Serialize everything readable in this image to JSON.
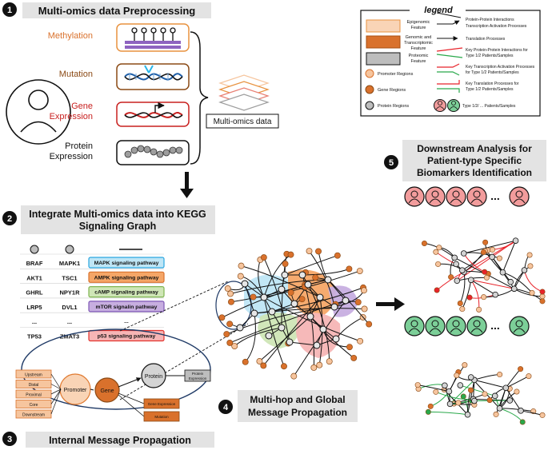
{
  "steps": {
    "s1": {
      "num": "1",
      "title": "Multi-omics data Preprocessing"
    },
    "s2": {
      "num": "2",
      "title_line1": "Integrate Multi-omics data into KEGG",
      "title_line2": "Signaling Graph"
    },
    "s3": {
      "num": "3",
      "title": "Internal Message Propagation"
    },
    "s4": {
      "num": "4",
      "title_line1": "Multi-hop and Global",
      "title_line2": "Message Propagation"
    },
    "s5": {
      "num": "5",
      "title_line1": "Downstream Analysis for",
      "title_line2": "Patient-type Specific",
      "title_line3": "Biomarkers Identification"
    }
  },
  "omics": {
    "methylation": "Methylation",
    "mutation": "Mutation",
    "gene_expression_line1": "Gene",
    "gene_expression_line2": "Expression",
    "protein_line1": "Protein",
    "protein_line2": "Expression",
    "multiomics_label": "Multi-omics data"
  },
  "legend": {
    "title": "legend",
    "epigenomic_line1": "Epigenomic",
    "epigenomic_line2": "Feature",
    "genomic_line1": "Genomic and",
    "genomic_line2": "Transcriptomic",
    "genomic_line3": "Feature",
    "proteomic_line1": "Proteomic",
    "proteomic_line2": "Feature",
    "promoter": "Promoter Regions",
    "gene": "Gene Regions",
    "protein": "Protein Regions",
    "ppi": "Protein-Protein Interactions",
    "tap": "Transcription Activation Processes",
    "translation": "Translation Processes",
    "key_ppi_line1": "Key Protein-Protein Interactions for",
    "key_ppi_line2": "Type 1/2 Patients/Samples",
    "key_tap_line1": "Key Transcription Activation Processes",
    "key_tap_line2": "for Type 1/2 Patients/Samples",
    "key_trans_line1": "Key Translation Processes for",
    "key_trans_line2": "Type 1/2 Patients/Samples",
    "type": "Type 1/2/ ... Patients/Samples",
    "colors": {
      "red": "#e8232a",
      "green": "#29a84a",
      "orange": "#e07b32",
      "peach": "#f6c59e",
      "gray": "#bdbdbd"
    }
  },
  "kegg_table": {
    "rows": [
      {
        "a": "BRAF",
        "b": "MAPK1",
        "pathway": "MAPK signaling pathway",
        "color": "#bfe6f6",
        "border": "#2aa6e0"
      },
      {
        "a": "AKT1",
        "b": "TSC1",
        "pathway": "AMPK signaling pathway",
        "color": "#f5a667",
        "border": "#d9712c"
      },
      {
        "a": "GHRL",
        "b": "NPY1R",
        "pathway": "cAMP signaling pathway",
        "color": "#cfe6b6",
        "border": "#7fb551"
      },
      {
        "a": "LRP5",
        "b": "DVL1",
        "pathway": "mTOR signalin pathway",
        "color": "#c7aee0",
        "border": "#7e57b5"
      },
      {
        "a": "...",
        "b": "...",
        "pathway": "...",
        "color": "",
        "border": ""
      },
      {
        "a": "TP53",
        "b": "ZMAT3",
        "pathway": "p53 signaling pathway",
        "color": "#f6b5b5",
        "border": "#e3342e"
      }
    ]
  },
  "internal": {
    "promoter": "Promoter",
    "gene": "Gene",
    "protein": "Protein",
    "protein_expr_line1": "Protein",
    "protein_expr_line2": "Expression",
    "regions": [
      "Upstream",
      "Distal",
      "Proximal",
      "Core",
      "Downstream"
    ],
    "gene_expression": "Gene Expression",
    "mutation": "Mutation"
  },
  "analysis": {
    "ellipsis_top": "...",
    "ellipsis_bottom": "..."
  }
}
